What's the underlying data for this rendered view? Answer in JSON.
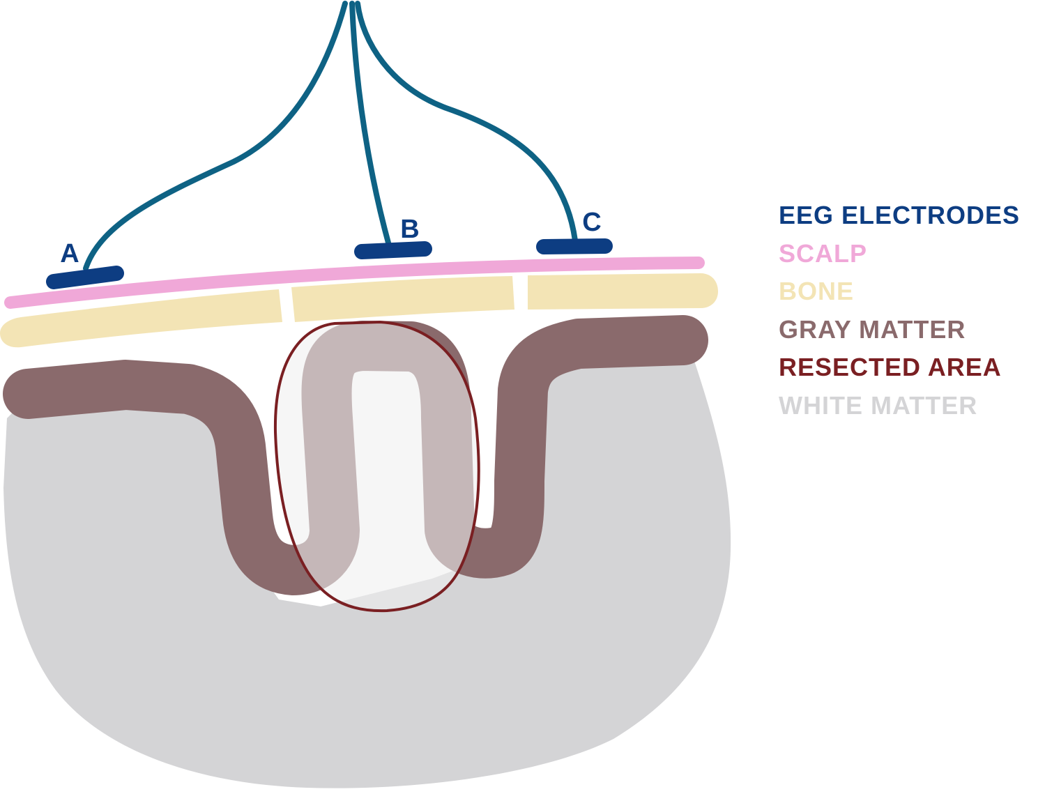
{
  "electrodes": [
    {
      "label": "A"
    },
    {
      "label": "B"
    },
    {
      "label": "C"
    }
  ],
  "legend": [
    {
      "text": "EEG ELECTRODES",
      "color": "#0d3d82"
    },
    {
      "text": "SCALP",
      "color": "#f0a8d8"
    },
    {
      "text": "BONE",
      "color": "#f3e4b5"
    },
    {
      "text": "GRAY MATTER",
      "color": "#8a6a6c"
    },
    {
      "text": "RESECTED AREA",
      "color": "#7a1f22"
    },
    {
      "text": "WHITE MATTER",
      "color": "#d4d4d6"
    }
  ],
  "colors": {
    "wire": "#0e6284",
    "electrode": "#0d3d82",
    "scalp": "#f0a8d8",
    "bone": "#f3e4b5",
    "gray_matter": "#8a6a6c",
    "white_matter": "#d4d4d6",
    "resected_outline": "#7a1f22",
    "resected_fill": "#efefef"
  }
}
